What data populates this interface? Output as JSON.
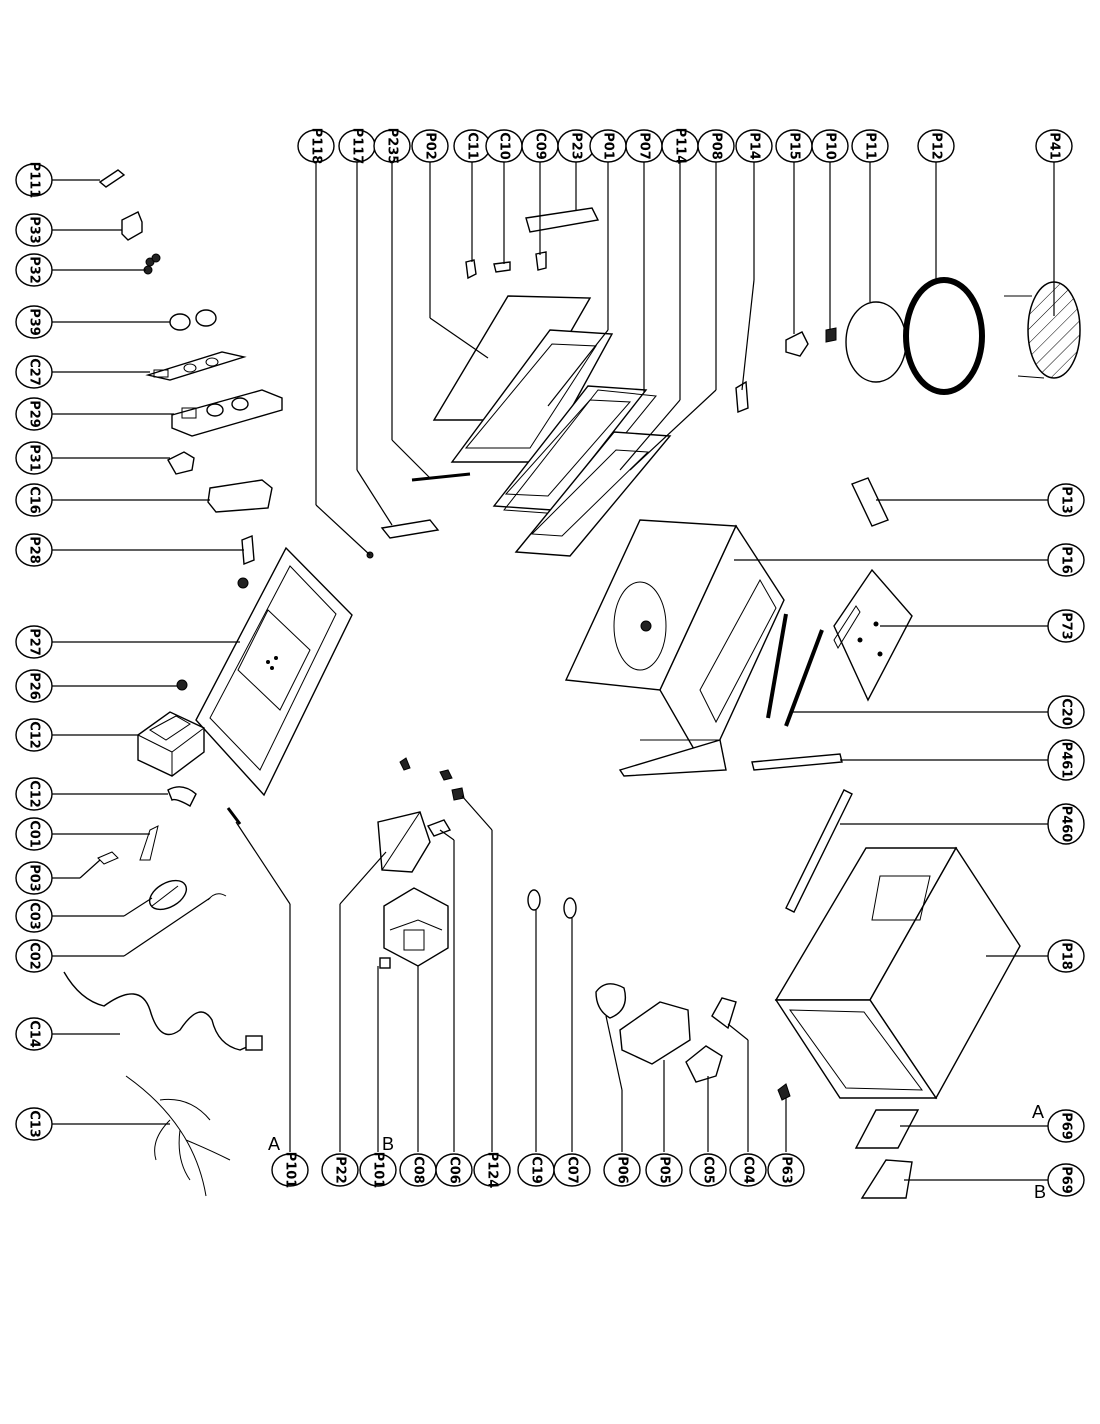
{
  "callouts": {
    "top": [
      "P118",
      "P117",
      "P235",
      "P02",
      "C11",
      "C10",
      "C09",
      "P23",
      "P01",
      "P07",
      "P114",
      "P08",
      "P14",
      "P15",
      "P10",
      "P11",
      "P12",
      "P41"
    ],
    "left": [
      "P111",
      "P33",
      "P32",
      "P39",
      "C27",
      "P29",
      "P31",
      "C16",
      "P28",
      "P27",
      "P26",
      "C12",
      "C12",
      "C01",
      "P03",
      "C03",
      "C02",
      "C14",
      "C13"
    ],
    "right": [
      "P13",
      "P16",
      "P73",
      "C20",
      "P461",
      "P460",
      "P18",
      "P69",
      "P69"
    ],
    "bottom": [
      "P101",
      "P22",
      "P101",
      "C08",
      "C06",
      "P124",
      "C19",
      "C07",
      "P06",
      "P05",
      "C05",
      "C04",
      "P63"
    ]
  },
  "side_labels": {
    "a_bottom": "A",
    "b_bottom": "B",
    "a_right": "A",
    "b_right": "B"
  }
}
